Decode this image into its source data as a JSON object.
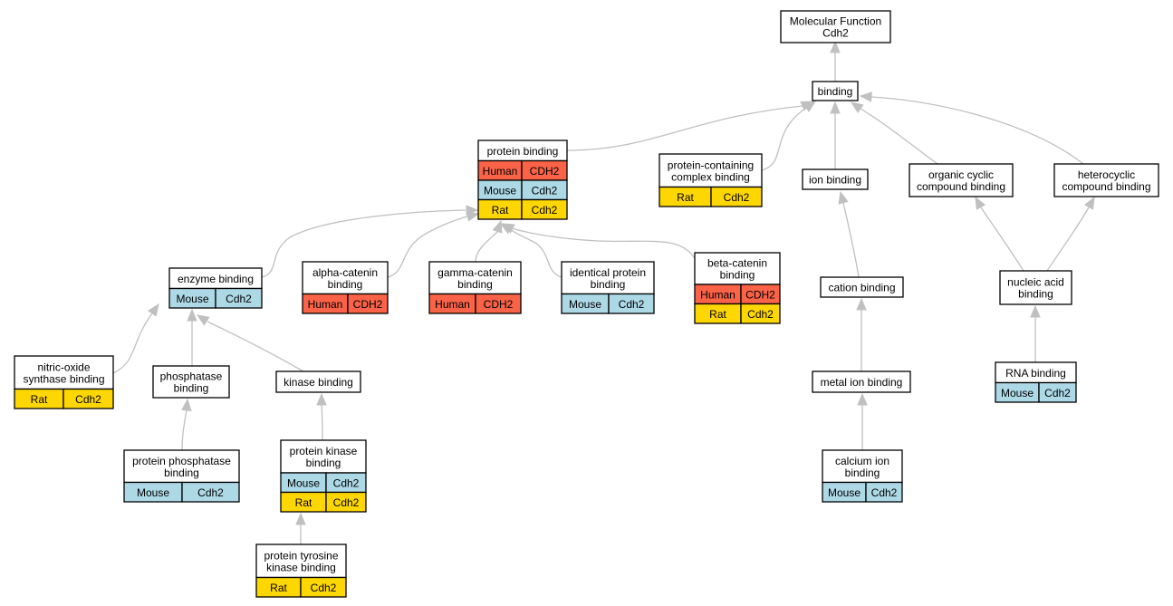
{
  "colors": {
    "human": "#fa6347",
    "mouse": "#add8e6",
    "rat": "#ffd700",
    "node_fill": "#ffffff",
    "node_border": "#000000",
    "edge": "#c0c0c0"
  },
  "nodes": [
    {
      "id": "root",
      "lines": [
        "Molecular Function",
        "Cdh2"
      ],
      "rows": []
    },
    {
      "id": "binding",
      "lines": [
        "binding"
      ],
      "rows": []
    },
    {
      "id": "protein-binding",
      "lines": [
        "protein binding"
      ],
      "rows": [
        {
          "species": "Human",
          "gene": "CDH2",
          "color": "human"
        },
        {
          "species": "Mouse",
          "gene": "Cdh2",
          "color": "mouse"
        },
        {
          "species": "Rat",
          "gene": "Cdh2",
          "color": "rat"
        }
      ]
    },
    {
      "id": "protein-containing-complex-binding",
      "lines": [
        "protein-containing",
        "complex binding"
      ],
      "rows": [
        {
          "species": "Rat",
          "gene": "Cdh2",
          "color": "rat"
        }
      ]
    },
    {
      "id": "ion-binding",
      "lines": [
        "ion binding"
      ],
      "rows": []
    },
    {
      "id": "organic-cyclic-compound-binding",
      "lines": [
        "organic cyclic",
        "compound binding"
      ],
      "rows": []
    },
    {
      "id": "heterocyclic-compound-binding",
      "lines": [
        "heterocyclic",
        "compound binding"
      ],
      "rows": []
    },
    {
      "id": "enzyme-binding",
      "lines": [
        "enzyme binding"
      ],
      "rows": [
        {
          "species": "Mouse",
          "gene": "Cdh2",
          "color": "mouse"
        }
      ]
    },
    {
      "id": "alpha-catenin-binding",
      "lines": [
        "alpha-catenin",
        "binding"
      ],
      "rows": [
        {
          "species": "Human",
          "gene": "CDH2",
          "color": "human"
        }
      ]
    },
    {
      "id": "gamma-catenin-binding",
      "lines": [
        "gamma-catenin",
        "binding"
      ],
      "rows": [
        {
          "species": "Human",
          "gene": "CDH2",
          "color": "human"
        }
      ]
    },
    {
      "id": "identical-protein-binding",
      "lines": [
        "identical protein",
        "binding"
      ],
      "rows": [
        {
          "species": "Mouse",
          "gene": "Cdh2",
          "color": "mouse"
        }
      ]
    },
    {
      "id": "beta-catenin-binding",
      "lines": [
        "beta-catenin",
        "binding"
      ],
      "rows": [
        {
          "species": "Human",
          "gene": "CDH2",
          "color": "human"
        },
        {
          "species": "Rat",
          "gene": "Cdh2",
          "color": "rat"
        }
      ]
    },
    {
      "id": "cation-binding",
      "lines": [
        "cation binding"
      ],
      "rows": []
    },
    {
      "id": "nucleic-acid-binding",
      "lines": [
        "nucleic acid",
        "binding"
      ],
      "rows": []
    },
    {
      "id": "nitric-oxide-synthase-binding",
      "lines": [
        "nitric-oxide",
        "synthase binding"
      ],
      "rows": [
        {
          "species": "Rat",
          "gene": "Cdh2",
          "color": "rat"
        }
      ]
    },
    {
      "id": "phosphatase-binding",
      "lines": [
        "phosphatase",
        "binding"
      ],
      "rows": []
    },
    {
      "id": "kinase-binding",
      "lines": [
        "kinase binding"
      ],
      "rows": []
    },
    {
      "id": "metal-ion-binding",
      "lines": [
        "metal ion binding"
      ],
      "rows": []
    },
    {
      "id": "rna-binding",
      "lines": [
        "RNA binding"
      ],
      "rows": [
        {
          "species": "Mouse",
          "gene": "Cdh2",
          "color": "mouse"
        }
      ]
    },
    {
      "id": "protein-phosphatase-binding",
      "lines": [
        "protein phosphatase",
        "binding"
      ],
      "rows": [
        {
          "species": "Mouse",
          "gene": "Cdh2",
          "color": "mouse"
        }
      ]
    },
    {
      "id": "protein-kinase-binding",
      "lines": [
        "protein kinase",
        "binding"
      ],
      "rows": [
        {
          "species": "Mouse",
          "gene": "Cdh2",
          "color": "mouse"
        },
        {
          "species": "Rat",
          "gene": "Cdh2",
          "color": "rat"
        }
      ]
    },
    {
      "id": "calcium-ion-binding",
      "lines": [
        "calcium ion",
        "binding"
      ],
      "rows": [
        {
          "species": "Mouse",
          "gene": "Cdh2",
          "color": "mouse"
        }
      ]
    },
    {
      "id": "protein-tyrosine-kinase-binding",
      "lines": [
        "protein tyrosine",
        "kinase binding"
      ],
      "rows": [
        {
          "species": "Rat",
          "gene": "Cdh2",
          "color": "rat"
        }
      ]
    }
  ],
  "edges": [
    {
      "from": "binding",
      "to": "root"
    },
    {
      "from": "protein-binding",
      "to": "binding"
    },
    {
      "from": "protein-containing-complex-binding",
      "to": "binding"
    },
    {
      "from": "ion-binding",
      "to": "binding"
    },
    {
      "from": "organic-cyclic-compound-binding",
      "to": "binding"
    },
    {
      "from": "heterocyclic-compound-binding",
      "to": "binding"
    },
    {
      "from": "enzyme-binding",
      "to": "protein-binding"
    },
    {
      "from": "alpha-catenin-binding",
      "to": "protein-binding"
    },
    {
      "from": "gamma-catenin-binding",
      "to": "protein-binding"
    },
    {
      "from": "identical-protein-binding",
      "to": "protein-binding"
    },
    {
      "from": "beta-catenin-binding",
      "to": "protein-binding"
    },
    {
      "from": "cation-binding",
      "to": "ion-binding"
    },
    {
      "from": "nucleic-acid-binding",
      "to": "organic-cyclic-compound-binding"
    },
    {
      "from": "nucleic-acid-binding",
      "to": "heterocyclic-compound-binding"
    },
    {
      "from": "nitric-oxide-synthase-binding",
      "to": "enzyme-binding"
    },
    {
      "from": "phosphatase-binding",
      "to": "enzyme-binding"
    },
    {
      "from": "kinase-binding",
      "to": "enzyme-binding"
    },
    {
      "from": "metal-ion-binding",
      "to": "cation-binding"
    },
    {
      "from": "rna-binding",
      "to": "nucleic-acid-binding"
    },
    {
      "from": "protein-phosphatase-binding",
      "to": "phosphatase-binding"
    },
    {
      "from": "protein-kinase-binding",
      "to": "kinase-binding"
    },
    {
      "from": "calcium-ion-binding",
      "to": "metal-ion-binding"
    },
    {
      "from": "protein-tyrosine-kinase-binding",
      "to": "protein-kinase-binding"
    }
  ]
}
